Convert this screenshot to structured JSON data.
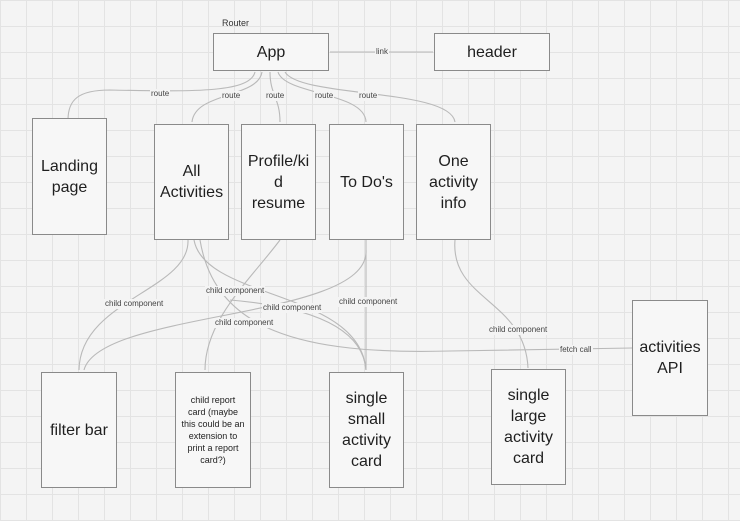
{
  "caption": "Router",
  "nodes": {
    "app": "App",
    "header": "header",
    "landing": "Landing\npage",
    "all": "All\nActivities",
    "profile": "Profile/ki\nd\nresume",
    "todo": "To Do's",
    "one": "One\nactivity\ninfo",
    "api": "activities\nAPI",
    "filter": "filter bar",
    "report": "child report\ncard (maybe\nthis could be an\nextension to\nprint a report\ncard?)",
    "small": "single\nsmall\nactivity\ncard",
    "large": "single\nlarge\nactivity\ncard"
  },
  "edges": {
    "link": "link",
    "route_landing": "route",
    "route_all": "route",
    "route_profile": "route",
    "route_todo": "route",
    "route_one": "route",
    "child_filter": "child component",
    "child_small_all": "child component",
    "child_small_profile": "child component",
    "child_small_todo": "child component",
    "child_filter_todo": "child component",
    "child_large": "child component",
    "fetch": "fetch call"
  },
  "colors": {
    "border": "#8a8a8a",
    "line": "#b9b9b9",
    "grid": "#e3e3e3"
  }
}
